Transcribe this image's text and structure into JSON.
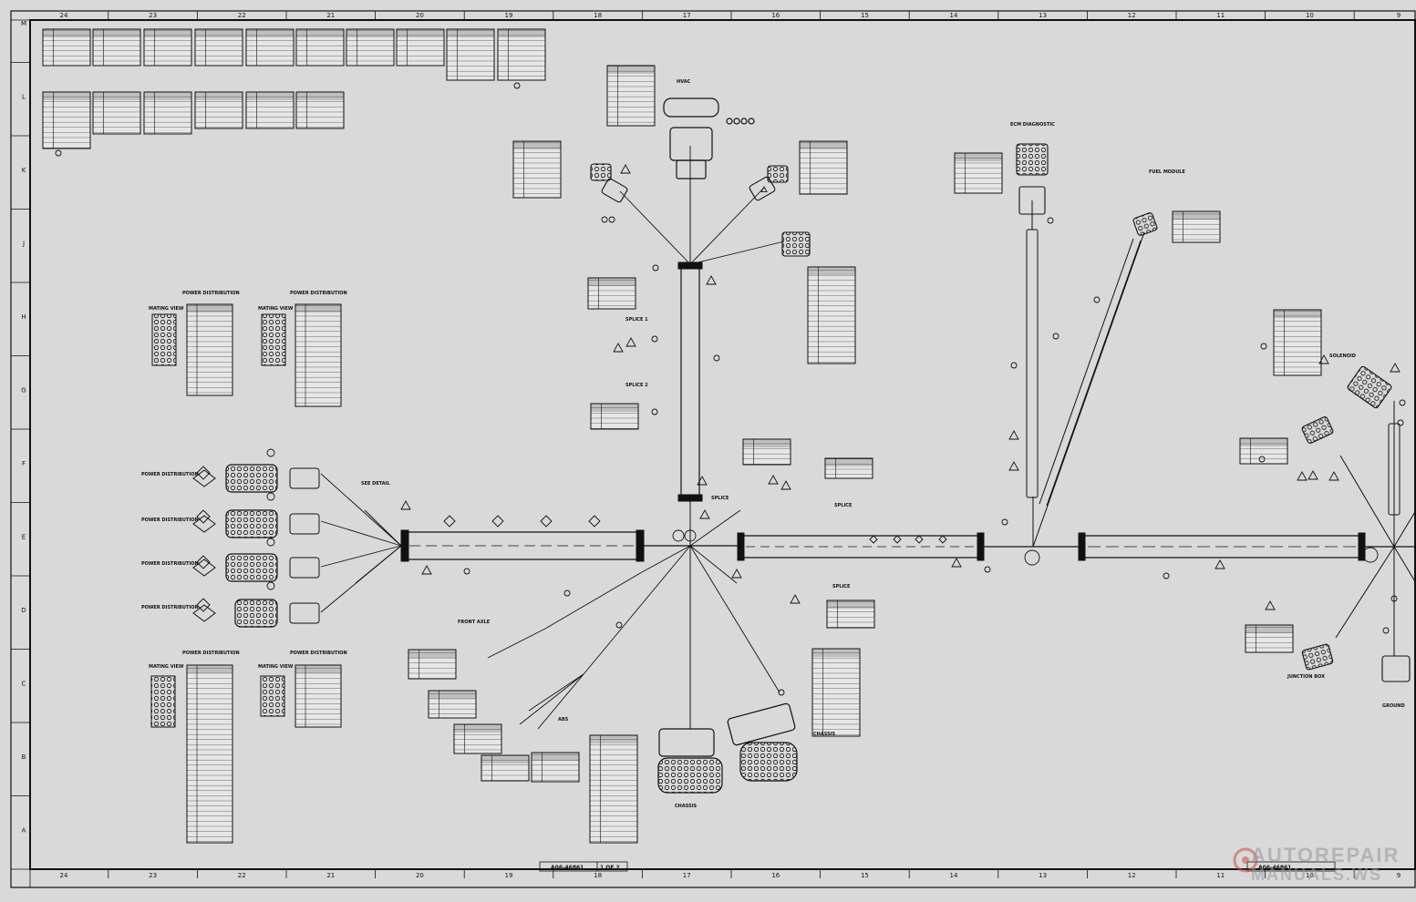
{
  "border": {
    "top_zones": [
      "24",
      "23",
      "22",
      "21",
      "20",
      "19",
      "18",
      "17",
      "16",
      "15",
      "14",
      "13",
      "12",
      "11",
      "10",
      "9"
    ],
    "bottom_zones": [
      "24",
      "23",
      "22",
      "21",
      "20",
      "19",
      "18",
      "17",
      "16",
      "15",
      "14",
      "13",
      "12",
      "11",
      "10",
      "9"
    ],
    "side_zones": [
      "M",
      "L",
      "K",
      "J",
      "H",
      "G",
      "F",
      "E",
      "D",
      "C",
      "B",
      "A"
    ]
  },
  "title_block": {
    "drawing_number": "A06-46861",
    "sheet": "1 OF 2",
    "drawing_number_right": "A06-46861"
  },
  "labels": {
    "detail": "SEE DETAIL",
    "power_distribution": "POWER DISTRIBUTION",
    "mating_view": "MATING VIEW",
    "front_axle": "FRONT AXLE",
    "hvac": "HVAC",
    "ecm_diagnostic": "ECM DIAGNOSTIC",
    "fuel_module": "FUEL MODULE",
    "solenoid": "SOLENOID",
    "splice": "SPLICE",
    "junction_box": "JUNCTION BOX",
    "ground": "GROUND",
    "abs": "ABS",
    "chassis": "CHASSIS",
    "splice_1": "SPLICE 1",
    "splice_2": "SPLICE 2"
  },
  "watermark": {
    "line1": "AUTOREPAIR",
    "line2": "MANUALS.WS"
  },
  "colors": {
    "background": "#d9d9d9",
    "ink": "#111111",
    "table_fill": "#e6e6e6",
    "watermark": "#b0b0b0",
    "watermark_logo": "#c84a4a"
  }
}
